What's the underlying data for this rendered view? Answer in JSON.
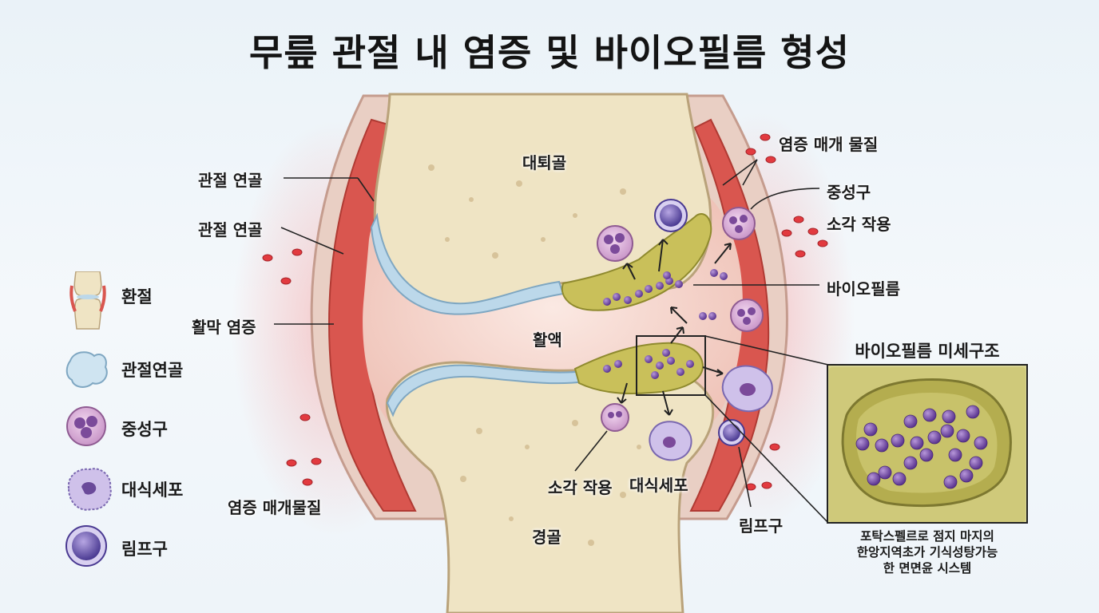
{
  "title": "무릎 관절 내 염증 및 바이오필름 형성",
  "labels": {
    "cartilage_1": "관절 연골",
    "cartilage_2": "관절 연골",
    "synovitis": "활막 염증",
    "mediators_left": "염증 매개물질",
    "femur": "대퇴골",
    "synovial_fluid": "활액",
    "tibia": "경골",
    "phagocytosis_bottom": "소각 작용",
    "macrophage_bottom": "대식세포",
    "mediators_right": "염증 매개 물질",
    "neutrophil_right": "중성구",
    "phagocytosis_right": "소각 작용",
    "biofilm": "바이오필름",
    "lymphocyte_right": "림프구"
  },
  "legend": [
    {
      "icon": "joint-icon",
      "label": "환절"
    },
    {
      "icon": "cartilage-icon",
      "label": "관절연골"
    },
    {
      "icon": "neutrophil-icon",
      "label": "중성구"
    },
    {
      "icon": "macrophage-icon",
      "label": "대식세포"
    },
    {
      "icon": "lymphocyte-icon",
      "label": "림프구"
    }
  ],
  "micro": {
    "title": "바이오필름 미세구조",
    "caption_line1": "포탁스펠르로 점지 마지의",
    "caption_line2": "한앙지역초가 기식성탕가능",
    "caption_line3": "한 면면윤 시스템"
  },
  "colors": {
    "bone": "#efe4c4",
    "cartilage": "#bcd8ea",
    "inflamed_synovium": "#d9564f",
    "biofilm": "#c9c05a",
    "bacteria": "#7b52a8",
    "blood_cell": "#d9333a"
  }
}
